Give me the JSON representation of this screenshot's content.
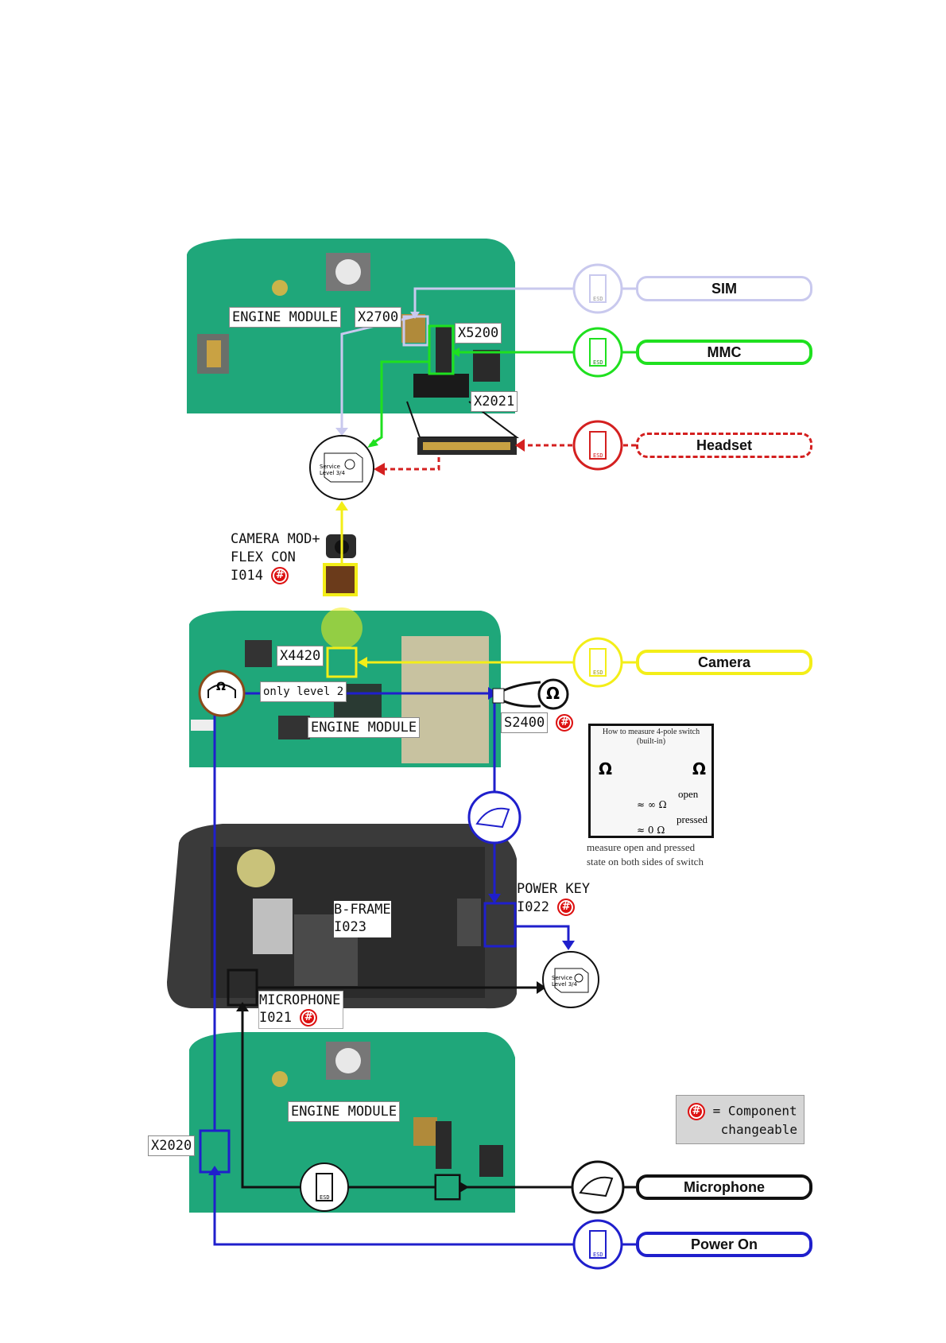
{
  "diagram": {
    "sources": [
      {
        "key": "sim",
        "label": "SIM",
        "color": "#c9c9ee"
      },
      {
        "key": "mmc",
        "label": "MMC",
        "color": "#1fe01f"
      },
      {
        "key": "headset",
        "label": "Headset",
        "color": "#d42020"
      },
      {
        "key": "camera",
        "label": "Camera",
        "color": "#f3ee18"
      },
      {
        "key": "microphone",
        "label": "Microphone",
        "color": "#111111"
      },
      {
        "key": "power_on",
        "label": "Power On",
        "color": "#1f1fcc"
      }
    ],
    "labels": {
      "engine_module_top": "ENGINE MODULE",
      "x2700": "X2700",
      "x5200": "X5200",
      "x2021": "X2021",
      "camera_mod_line1": "CAMERA MOD+",
      "camera_mod_line2": "FLEX CON",
      "camera_mod_code": "I014",
      "x4420": "X4420",
      "only_level": "only level 2",
      "engine_module_mid": "ENGINE MODULE",
      "s2400": "S2400",
      "power_key": "POWER KEY",
      "power_key_code": "I022",
      "bframe_line1": "B-FRAME",
      "bframe_line2": "I023",
      "microphone_label": "MICROPHONE",
      "microphone_code": "I021",
      "engine_module_bottom": "ENGINE MODULE",
      "x2020": "X2020"
    },
    "service_box": {
      "line1": "Service",
      "line2": "Level 3/4"
    },
    "esd": "ESD",
    "hash_symbol": "#",
    "legend": {
      "symbol": "#",
      "line1": "= Component",
      "line2": "changeable"
    },
    "howto": {
      "title_line1": "How to measure 4-pole switch",
      "title_line2": "(built-in)",
      "ohm": "Ω",
      "open_label": "open",
      "open_value": "≈ ∞ Ω",
      "pressed_label": "pressed",
      "pressed_value": "≈ 0 Ω",
      "caption_line1": "measure open and pressed",
      "caption_line2": "state on both sides of switch"
    },
    "colors": {
      "pcb": "#1fa77a",
      "pcb_dark": "#137a57",
      "frame": "#3a3a3a",
      "frame_inner": "#2b2b2b"
    }
  }
}
